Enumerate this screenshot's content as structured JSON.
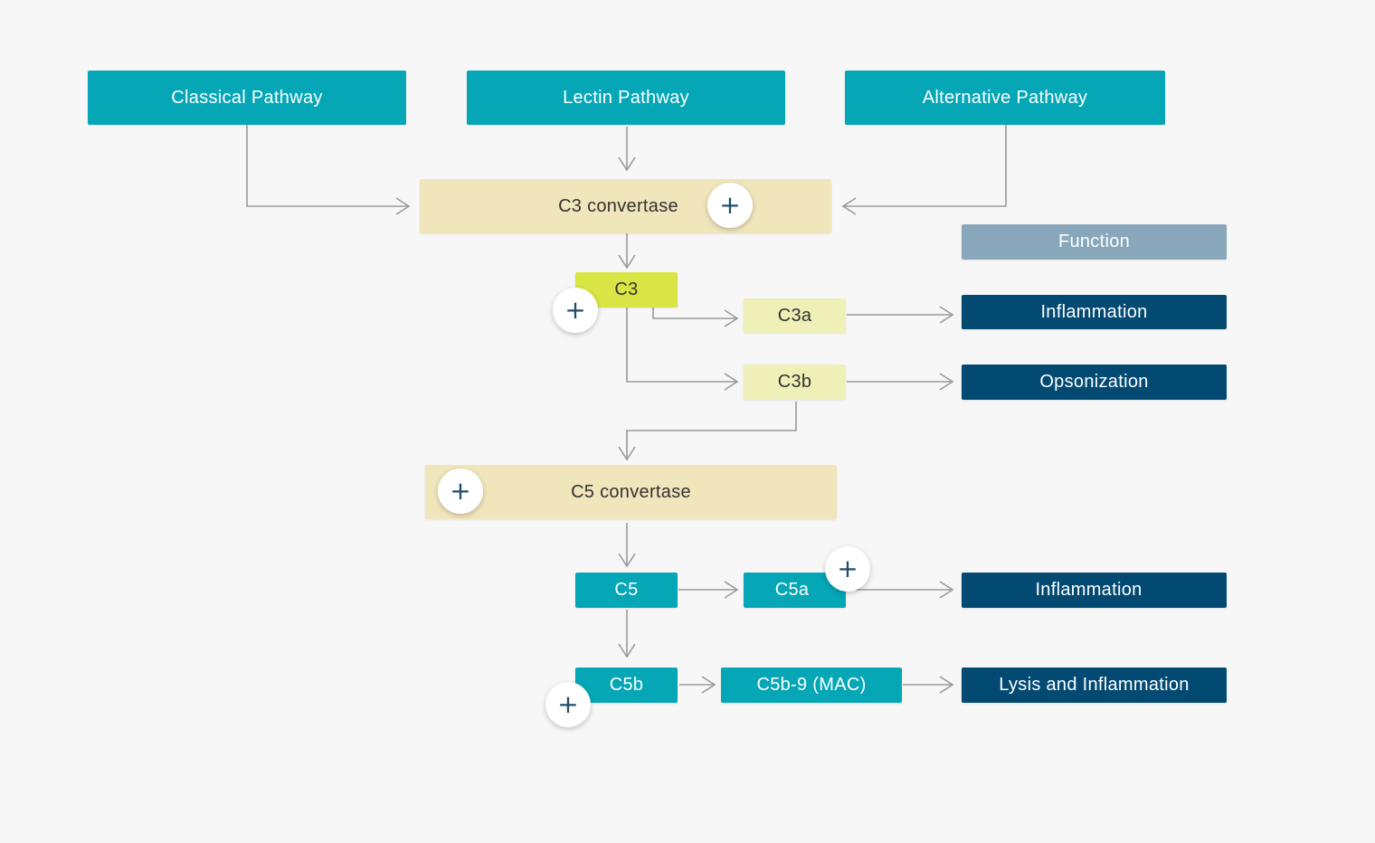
{
  "pathways": {
    "classical": "Classical Pathway",
    "lectin": "Lectin Pathway",
    "alternative": "Alternative Pathway"
  },
  "nodes": {
    "c3_convertase": "C3 convertase",
    "c3": "C3",
    "c3a": "C3a",
    "c3b": "C3b",
    "c5_convertase": "C5 convertase",
    "c5": "C5",
    "c5a": "C5a",
    "c5b": "C5b",
    "c5b9": "C5b-9 (MAC)"
  },
  "functions": {
    "header": "Function",
    "c3a": "Inflammation",
    "c3b": "Opsonization",
    "c5a": "Inflammation",
    "c5b9": "Lysis and Inflammation"
  },
  "expand_glyph": "+",
  "colors": {
    "pathway": "#05a6b6",
    "function": "#034a73",
    "function_header": "#89a7bb",
    "convertase": "#f1e5bb",
    "c3": "#d9e445",
    "c3_fragment": "#eef0b8",
    "connector": "#9a9a9a"
  },
  "icons": {
    "expand": "plus-icon"
  }
}
